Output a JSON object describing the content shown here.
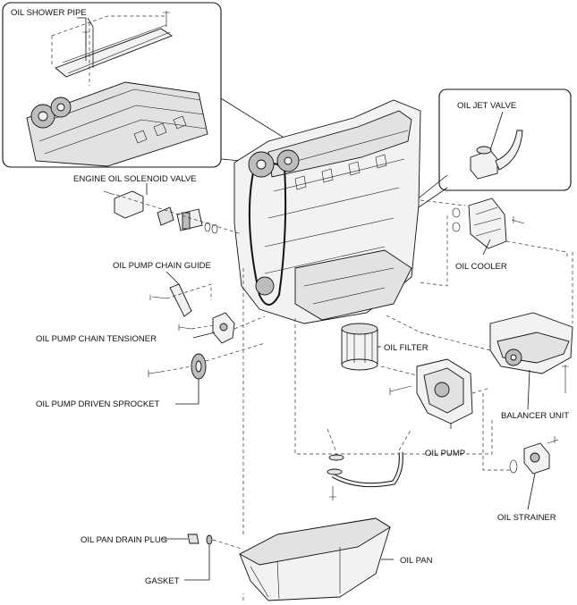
{
  "labels": {
    "oil_shower_pipe": "OIL SHOWER PIPE",
    "oil_jet_valve": "OIL JET VALVE",
    "engine_oil_solenoid_valve": "ENGINE OIL SOLENOID VALVE",
    "oil_cooler": "OIL COOLER",
    "oil_pump_chain_guide": "OIL PUMP CHAIN GUIDE",
    "oil_pump_chain_tensioner": "OIL PUMP CHAIN TENSIONER",
    "oil_filter": "OIL FILTER",
    "balancer_unit": "BALANCER UNIT",
    "oil_pump_driven_sprocket": "OIL PUMP DRIVEN SPROCKET",
    "oil_pump": "OIL PUMP",
    "oil_strainer": "OIL STRAINER",
    "oil_pan_drain_plug": "OIL PAN DRAIN PLUG",
    "oil_pan": "OIL PAN",
    "gasket": "GASKET"
  }
}
